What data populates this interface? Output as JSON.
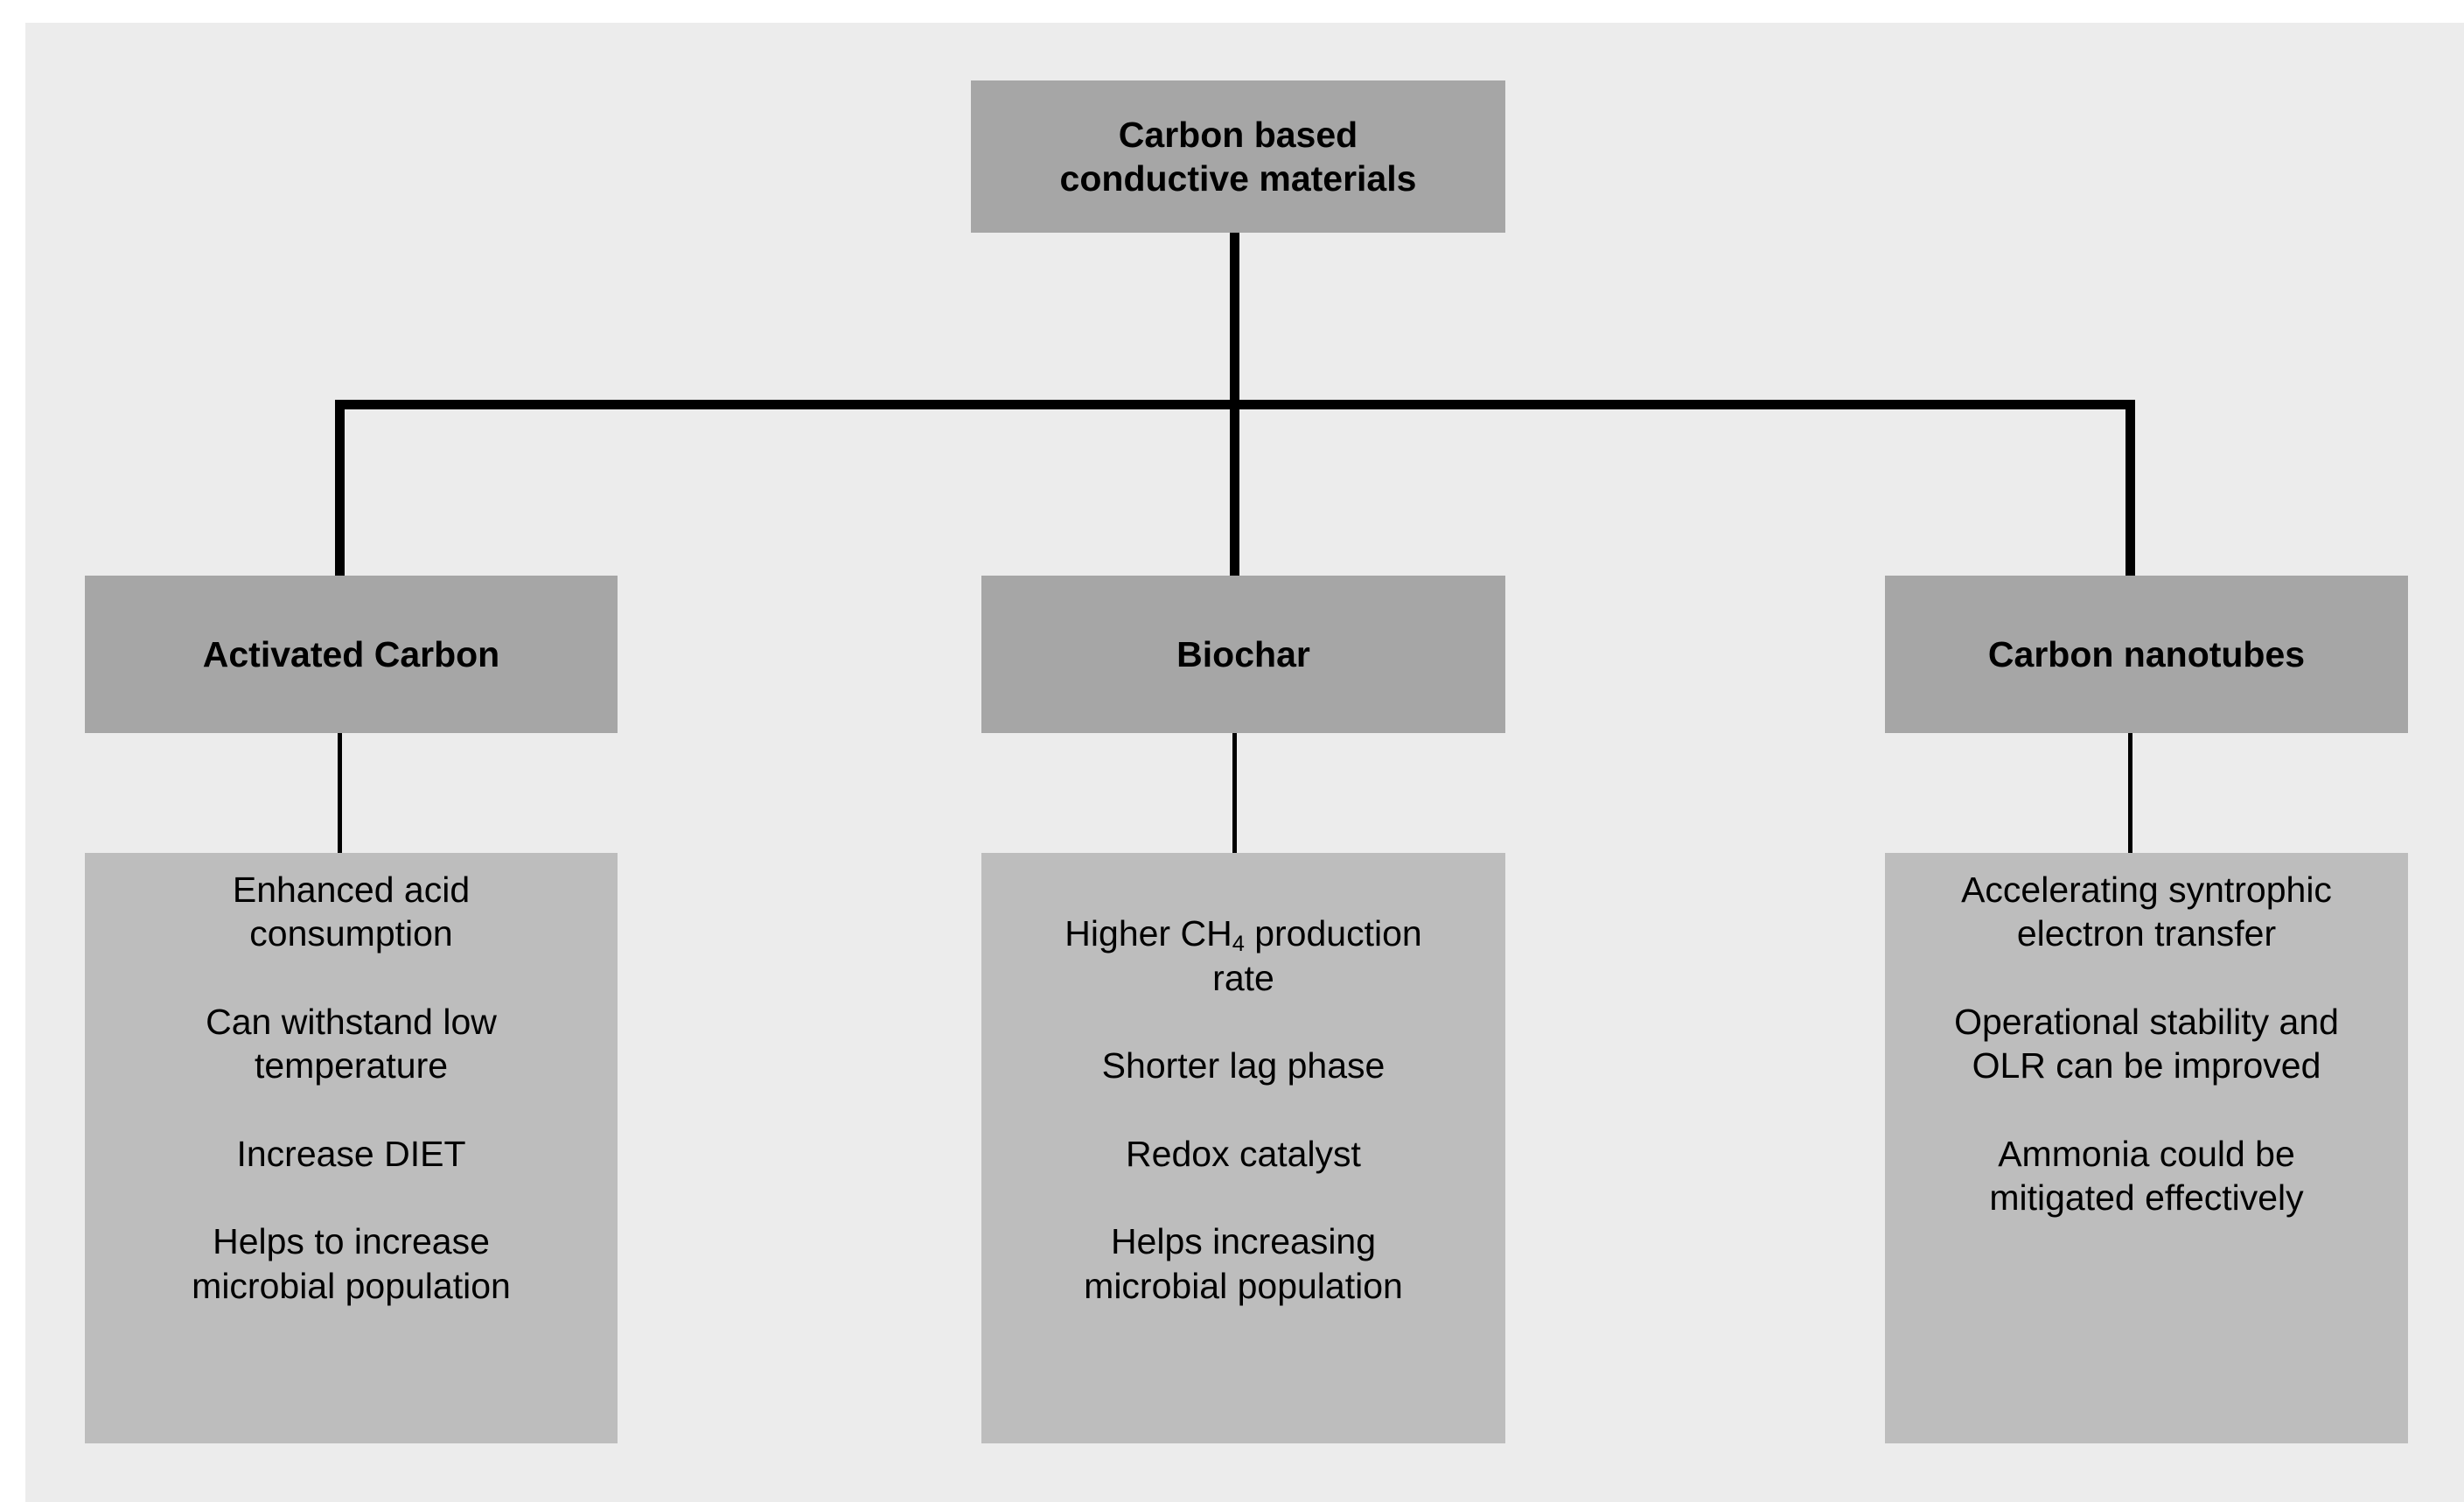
{
  "figure": {
    "background_color": "#ececec",
    "page_background": "#ffffff",
    "node_color_primary": "#a6a6a6",
    "node_color_leaf": "#bdbdbd",
    "connector_color": "#000000"
  },
  "root": {
    "label": "Carbon based\nconductive materials"
  },
  "branches": [
    {
      "label": "Activated Carbon",
      "items": [
        {
          "text": "Enhanced acid\nconsumption"
        },
        {
          "text": "Can withstand low\ntemperature"
        },
        {
          "text": "Increase DIET"
        },
        {
          "text": "Helps to increase\nmicrobial population"
        }
      ]
    },
    {
      "label": "Biochar",
      "items": [
        {
          "text_before": "Higher CH",
          "subscript": "4",
          "text_after": " production\nrate"
        },
        {
          "text": "Shorter lag phase"
        },
        {
          "text": "Redox catalyst"
        },
        {
          "text": "Helps increasing\nmicrobial population"
        }
      ]
    },
    {
      "label": "Carbon nanotubes",
      "items": [
        {
          "text": "Accelerating syntrophic\nelectron transfer"
        },
        {
          "text": "Operational stability and\nOLR can be improved"
        },
        {
          "text": "Ammonia could be\nmitigated effectively"
        }
      ]
    }
  ]
}
